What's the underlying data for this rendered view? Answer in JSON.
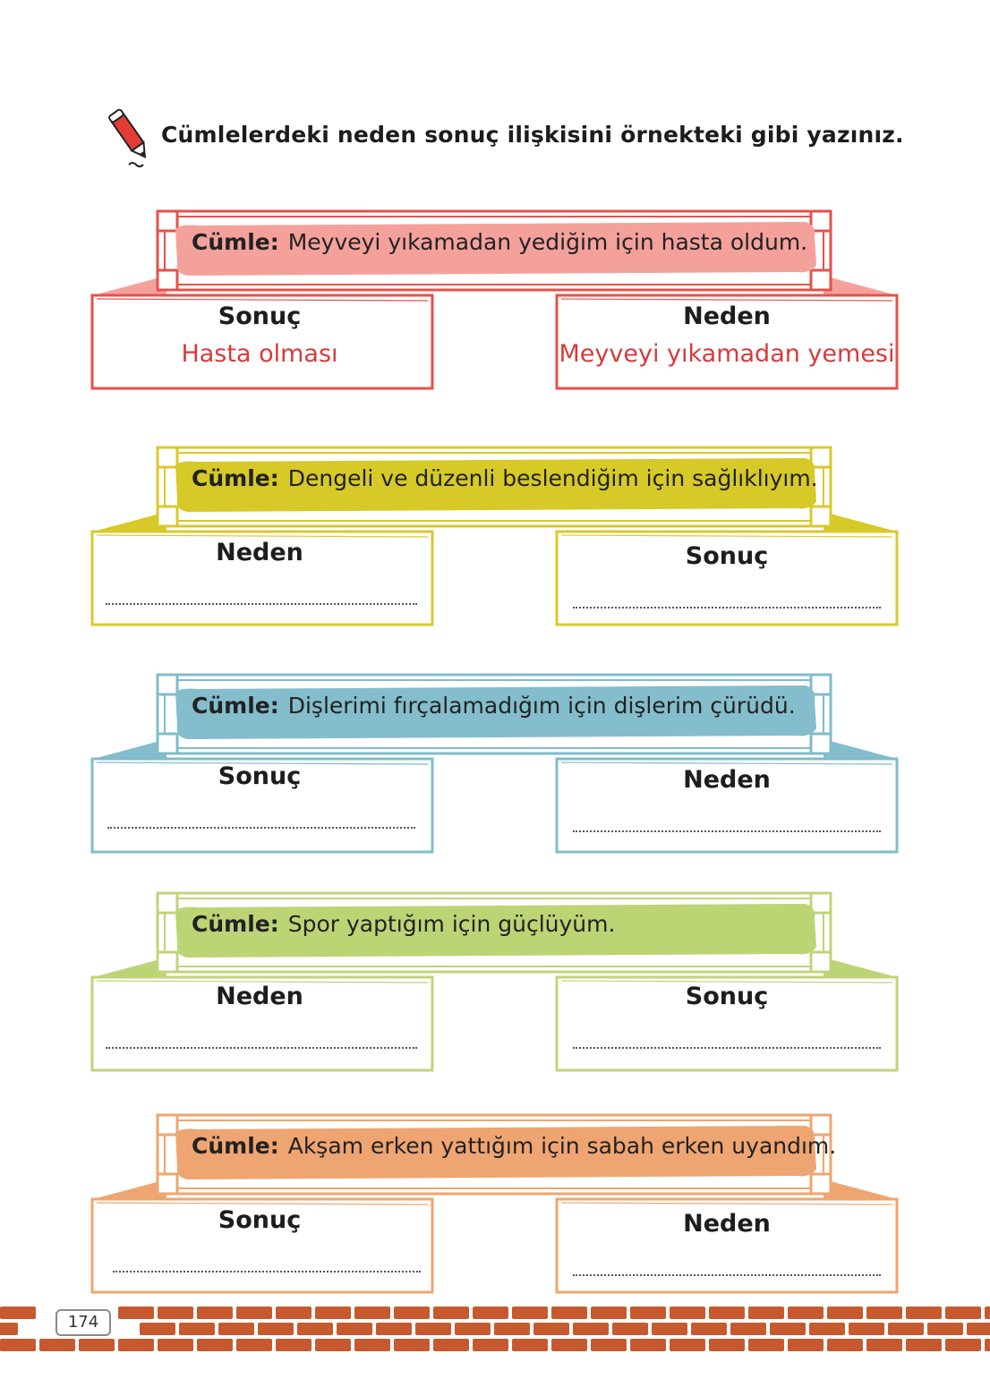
{
  "instruction": {
    "icon": "pencil-icon",
    "text": "Cümlelerdeki neden sonuç ilişkisini örnekteki gibi yazınız."
  },
  "exercises": [
    {
      "color": "#e8504a",
      "fill": "#f4a19c",
      "cumle_label": "Cümle:",
      "sentence": "Meyveyi yıkamadan yediğim için hasta oldum.",
      "left_title": "Sonuç",
      "left_answer": "Hasta olması",
      "right_title": "Neden",
      "right_answer": "Meyveyi yıkamadan yemesi"
    },
    {
      "color": "#d9c92c",
      "fill": "#d6c928",
      "cumle_label": "Cümle:",
      "sentence": "Dengeli ve düzenli beslendiğim için sağlıklıyım.",
      "left_title": "Neden",
      "right_title": "Sonuç"
    },
    {
      "color": "#7fbccb",
      "fill": "#84bdcb",
      "cumle_label": "Cümle:",
      "sentence": "Dişlerimi fırçalamadığım için dişlerim çürüdü.",
      "left_title": "Sonuç",
      "right_title": "Neden"
    },
    {
      "color": "#bfd47a",
      "fill": "#bdd474",
      "cumle_label": "Cümle:",
      "sentence": "Spor yaptığım için güçlüyüm.",
      "left_title": "Neden",
      "right_title": "Sonuç"
    },
    {
      "color": "#efa56e",
      "fill": "#efa571",
      "cumle_label": "Cümle:",
      "sentence": "Akşam erken yattığım için sabah erken uyandım.",
      "left_title": "Sonuç",
      "right_title": "Neden"
    }
  ],
  "footer": {
    "page_number": "174",
    "brick_color": "#c65a2e"
  }
}
